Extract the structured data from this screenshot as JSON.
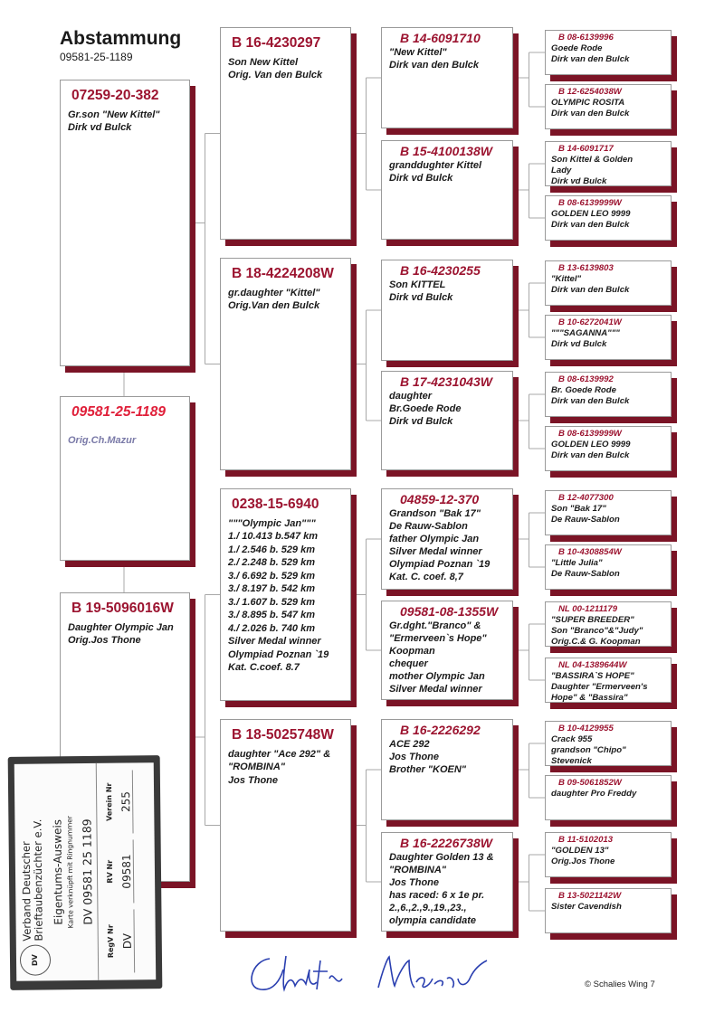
{
  "header": {
    "title": "Abstammung",
    "subtitle": "09581-25-1189"
  },
  "colors": {
    "ring": "#9c1430",
    "subject_ring": "#e0203a",
    "shadow": "#7b1426"
  },
  "gen1": [
    {
      "role": "sire",
      "ring": "07259-20-382",
      "lines": [
        "Gr.son \"New Kittel\"",
        "Dirk vd Bulck"
      ]
    },
    {
      "role": "subject",
      "ring": "09581-25-1189",
      "lines": [
        "Orig.Ch.Mazur"
      ]
    },
    {
      "role": "dam",
      "ring": "B 19-5096016W",
      "lines": [
        "Daughter Olympic Jan",
        "Orig.Jos Thone"
      ]
    }
  ],
  "gen2": [
    {
      "ring": "B 16-4230297",
      "lines": [
        "Son New Kittel",
        "Orig. Van den Bulck"
      ]
    },
    {
      "ring": "B 18-4224208W",
      "lines": [
        "gr.daughter \"Kittel\"",
        "Orig.Van den Bulck"
      ]
    },
    {
      "ring": "0238-15-6940",
      "lines": [
        "\"\"\"Olympic Jan\"\"\"",
        "1./ 10.413 b.547 km",
        "1./ 2.546 b. 529 km",
        "2./ 2.248 b. 529 km",
        "3./ 6.692 b. 529 km",
        "3./ 8.197 b. 542 km",
        "3./ 1.607 b. 529 km",
        "3./ 8.895 b. 547 km",
        "4./ 2.026 b. 740 km",
        "Silver Medal winner",
        "Olympiad Poznan `19",
        "Kat. C.coef. 8.7"
      ]
    },
    {
      "ring": "B 18-5025748W",
      "lines": [
        "daughter \"Ace 292\" &",
        "\"ROMBINA\"",
        "Jos Thone"
      ]
    }
  ],
  "gen3": [
    {
      "ring": "B 14-6091710",
      "lines": [
        "\"New Kittel\"",
        "Dirk van den Bulck"
      ]
    },
    {
      "ring": "B 15-4100138W",
      "lines": [
        "granddughter Kittel",
        "Dirk vd Bulck"
      ]
    },
    {
      "ring": "B 16-4230255",
      "lines": [
        "Son KITTEL",
        "Dirk vd Bulck"
      ]
    },
    {
      "ring": "B 17-4231043W",
      "lines": [
        "daughter",
        "Br.Goede Rode",
        "Dirk vd Bulck"
      ]
    },
    {
      "ring": "04859-12-370",
      "lines": [
        "Grandson \"Bak 17\"",
        "De Rauw-Sablon",
        "father Olympic Jan",
        "Silver Medal winner",
        "Olympiad Poznan `19",
        "Kat. C. coef. 8,7"
      ]
    },
    {
      "ring": "09581-08-1355W",
      "lines": [
        "Gr.dght.\"Branco\" &",
        "\"Ermerveen`s Hope\"",
        "Koopman",
        "chequer",
        "mother Olympic Jan",
        "Silver Medal winner"
      ]
    },
    {
      "ring": "B 16-2226292",
      "lines": [
        "ACE 292",
        "Jos Thone",
        "Brother \"KOEN\""
      ]
    },
    {
      "ring": "B 16-2226738W",
      "lines": [
        "Daughter Golden 13 &",
        "\"ROMBINA\"",
        "Jos Thone",
        "has raced: 6 x 1e pr.",
        "2.,6.,2.,9.,19.,23.,",
        "olympia candidate"
      ]
    }
  ],
  "gen4": [
    {
      "ring": "B 08-6139996",
      "lines": [
        "Goede Rode",
        "Dirk van den Bulck"
      ]
    },
    {
      "ring": "B 12-6254038W",
      "lines": [
        "OLYMPIC ROSITA",
        "Dirk van den Bulck"
      ]
    },
    {
      "ring": "B 14-6091717",
      "lines": [
        "Son Kittel & Golden",
        "Lady",
        "Dirk vd Bulck"
      ]
    },
    {
      "ring": "B 08-6139999W",
      "lines": [
        "GOLDEN LEO 9999",
        "Dirk van den Bulck"
      ]
    },
    {
      "ring": "B 13-6139803",
      "lines": [
        "\"Kittel\"",
        "Dirk van den Bulck"
      ]
    },
    {
      "ring": "B 10-6272041W",
      "lines": [
        "\"\"\"SAGANNA\"\"\"",
        "Dirk vd Bulck"
      ]
    },
    {
      "ring": "B 08-6139992",
      "lines": [
        "Br. Goede Rode",
        "Dirk van den Bulck"
      ]
    },
    {
      "ring": "B 08-6139999W",
      "lines": [
        "GOLDEN LEO 9999",
        "Dirk van den Bulck"
      ]
    },
    {
      "ring": "B 12-4077300",
      "lines": [
        "Son \"Bak 17\"",
        "De Rauw-Sablon"
      ]
    },
    {
      "ring": "B 10-4308854W",
      "lines": [
        "\"Little Julia\"",
        "De Rauw-Sablon"
      ]
    },
    {
      "ring": "NL 00-1211179",
      "lines": [
        "\"SUPER BREEDER\"",
        "Son \"Branco\"&\"Judy\"",
        "Orig.C.& G. Koopman"
      ]
    },
    {
      "ring": "NL 04-1389644W",
      "lines": [
        "\"BASSIRA`S HOPE\"",
        "Daughter \"Ermerveen's",
        "Hope\" & \"Bassira\""
      ]
    },
    {
      "ring": "B 10-4129955",
      "lines": [
        "Crack 955",
        "grandson \"Chipo\"",
        "Stevenick"
      ]
    },
    {
      "ring": "B 09-5061852W",
      "lines": [
        "daughter Pro Freddy"
      ]
    },
    {
      "ring": "B 11-5102013",
      "lines": [
        "\"GOLDEN 13\"",
        "Orig.Jos Thone"
      ]
    },
    {
      "ring": "B 13-5021142W",
      "lines": [
        "Sister Cavendish"
      ]
    }
  ],
  "card": {
    "org_line1": "Verband Deutscher",
    "org_line2": "Brieftaubenzüchter e.V.",
    "logo": "DV",
    "title": "Eigentums-Ausweis",
    "subtitle": "Karte verknüpft mit Ringnummer",
    "ring": "DV 09581 25 1189",
    "col1_label": "RegV Nr",
    "col1_value": "DV",
    "col2_label": "RV Nr",
    "col2_value": "09581",
    "col3_label": "Verein Nr",
    "col3_value": "255"
  },
  "signature": "Christophe Mazur",
  "footer": {
    "copyright": "© Schalies Wing 7"
  }
}
